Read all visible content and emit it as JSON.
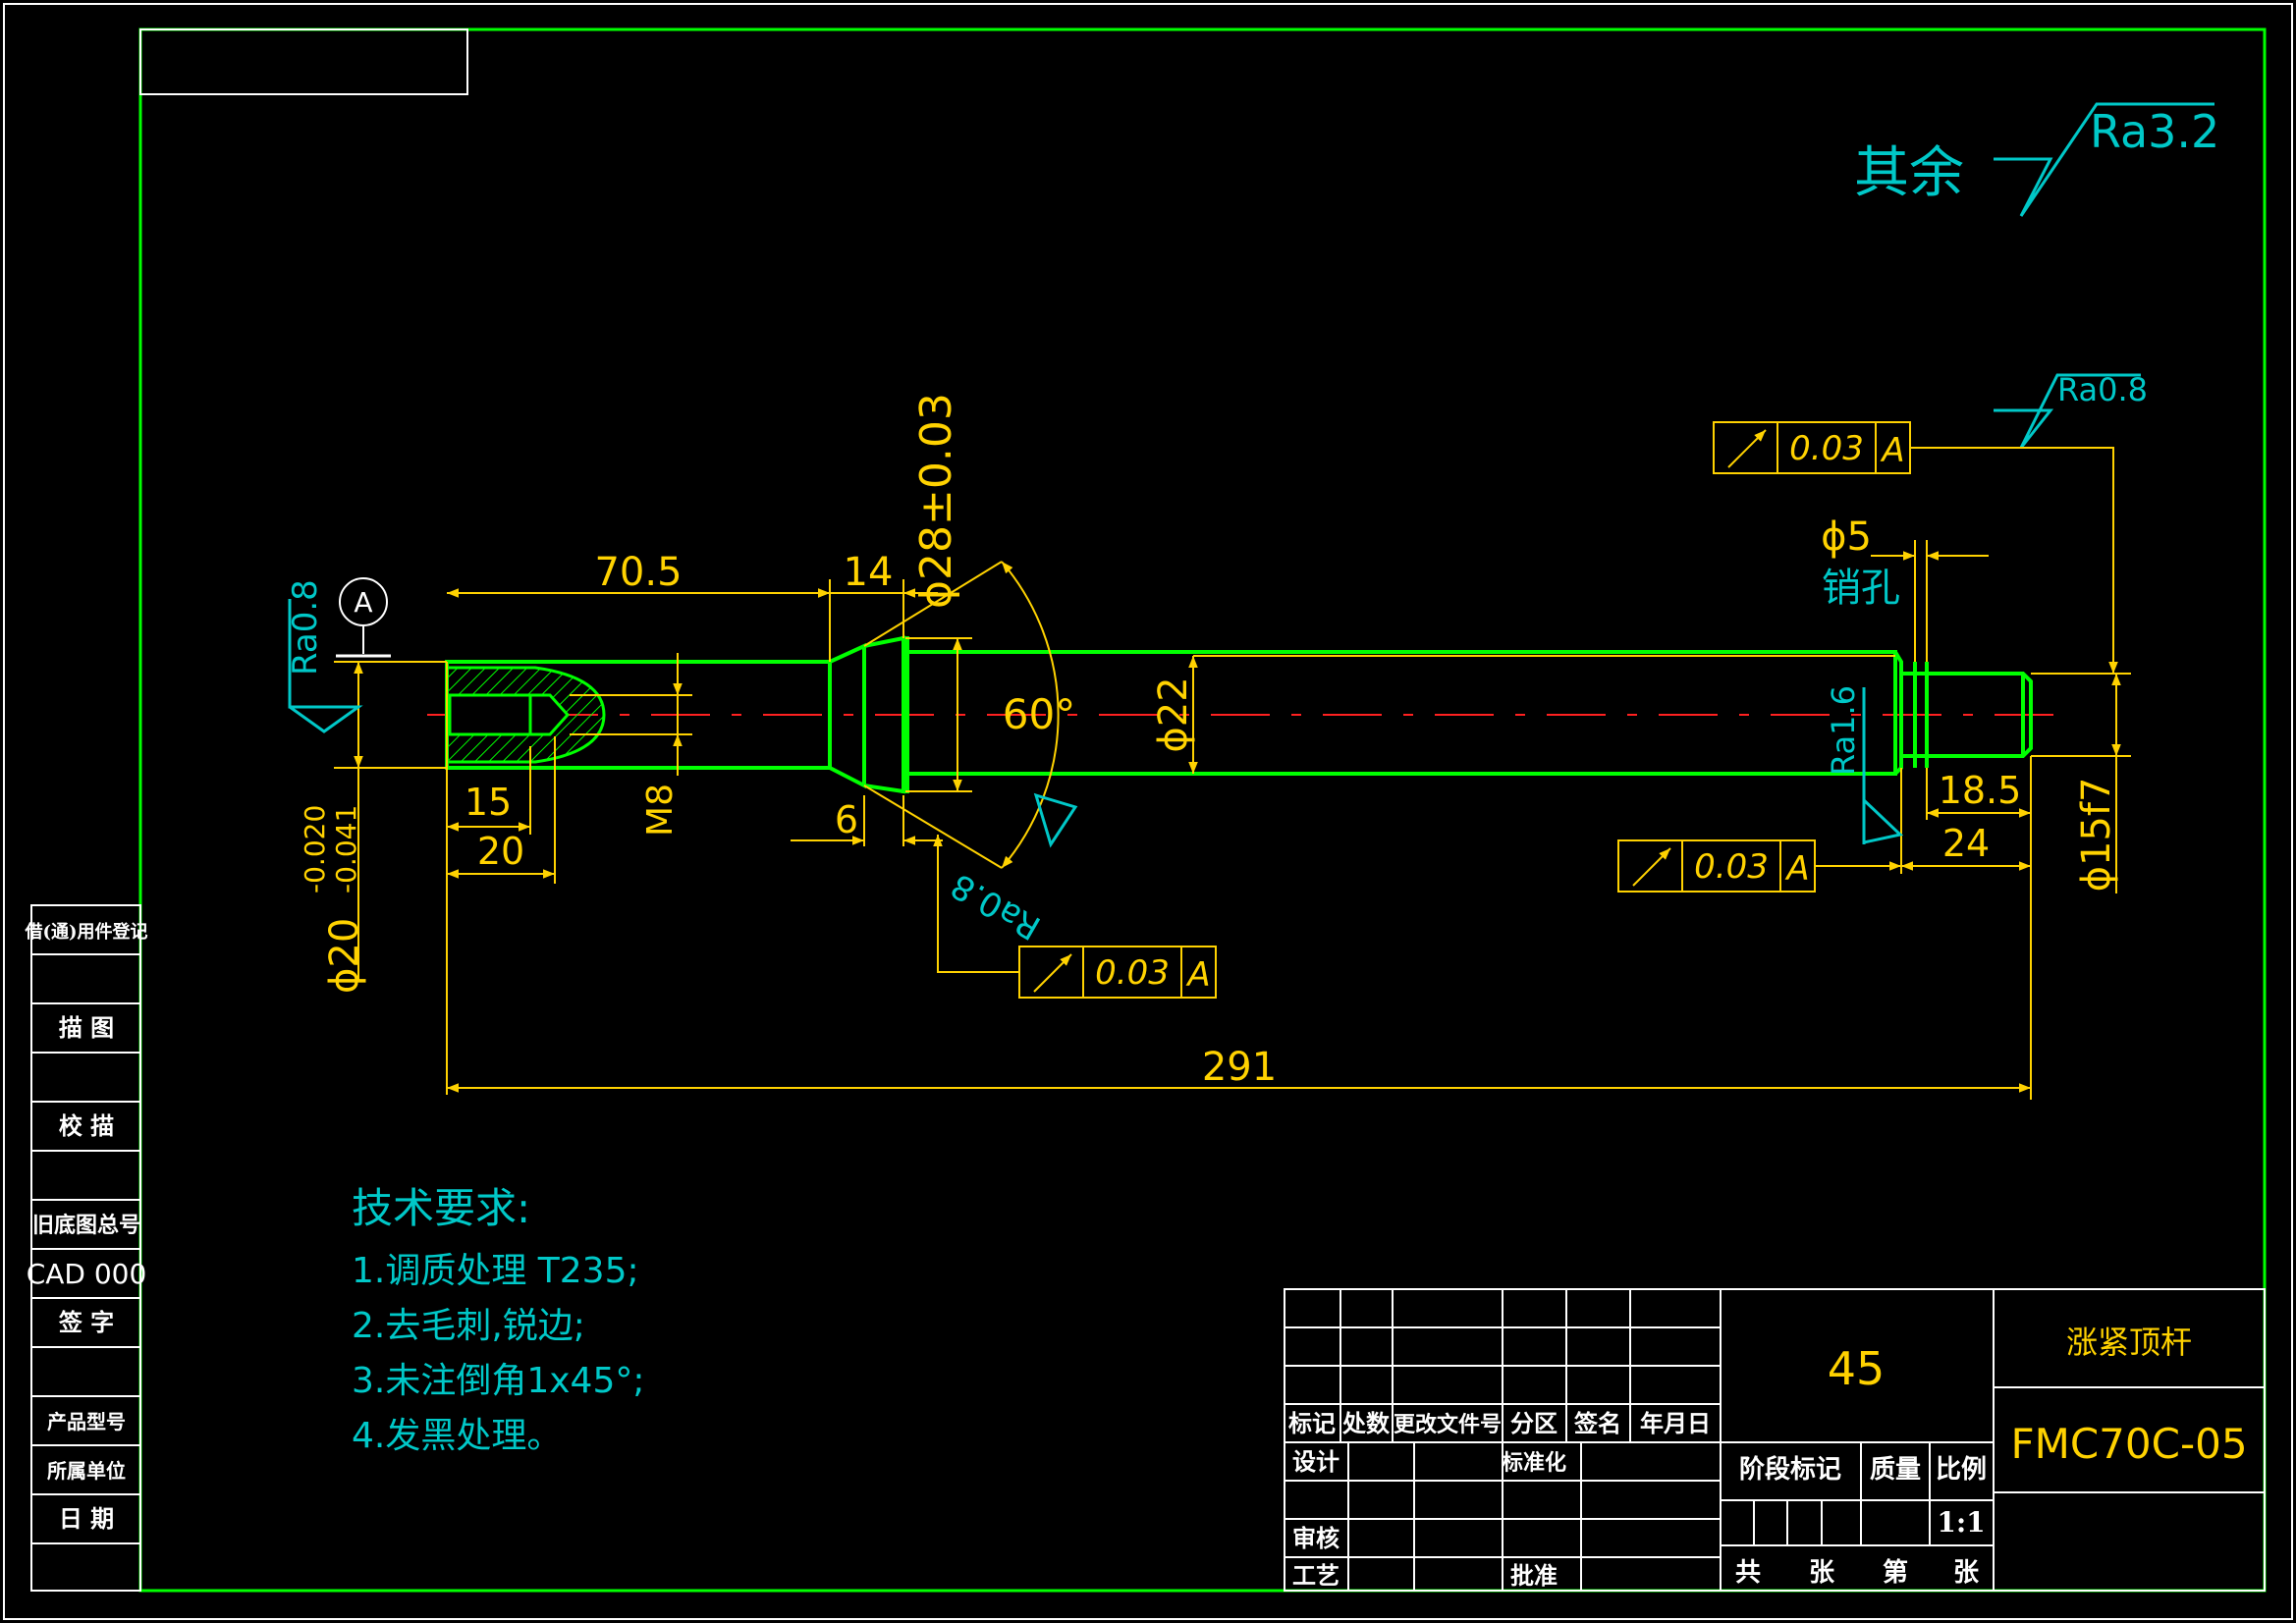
{
  "colors": {
    "background": "#000000",
    "frame": "#00ff00",
    "part_outline": "#00ff00",
    "dimension": "#ffd200",
    "annotation": "#00c8c8",
    "centerline": "#ff2020",
    "table_lines": "#ffffff"
  },
  "surface_finish": {
    "general_label": "其余",
    "general_value": "Ra3.2",
    "left_end": "Ra0.8",
    "taper": "Ra0.8",
    "right_top": "Ra0.8",
    "right_shoulder": "Ra1.6"
  },
  "datum": {
    "label": "A"
  },
  "dimensions": {
    "len_70_5": "70.5",
    "len_14": "14",
    "dia_28": "ϕ28±0.03",
    "angle_60": "60°",
    "dia_22": "ϕ22",
    "thread": "M8",
    "len_15": "15",
    "len_20": "20",
    "len_6": "6",
    "dia_20": "ϕ20",
    "dia_20_tol_upper": "-0.020",
    "dia_20_tol_lower": "-0.041",
    "total_291": "291",
    "dia_5": "ϕ5",
    "pin_hole": "销孔",
    "len_18_5": "18.5",
    "len_24": "24",
    "dia_15f7": "ϕ15f7"
  },
  "tolerance_frames": [
    {
      "value": "0.03",
      "datum": "A"
    },
    {
      "value": "0.03",
      "datum": "A"
    },
    {
      "value": "0.03",
      "datum": "A"
    }
  ],
  "tech_requirements": {
    "title": "技术要求:",
    "items": [
      "1.调质处理  T235;",
      "2.去毛刺,锐边;",
      "3.未注倒角1x45°;",
      "4.发黑处理。"
    ]
  },
  "left_strip": {
    "items": [
      "借(通)用件登记",
      "描  图",
      "校  描",
      "旧底图总号",
      "CAD 000",
      "签  字",
      "产品型号",
      "所属单位",
      "日  期"
    ]
  },
  "title_block": {
    "material": "45",
    "part_name": "涨紧顶杆",
    "drawing_number": "FMC70C-05",
    "headers": [
      "标记",
      "处数",
      "更改文件号",
      "分区",
      "签名",
      "年月日"
    ],
    "design": "设计",
    "standardization": "标准化",
    "review": "审核",
    "process": "工艺",
    "approve": "批准",
    "stage_mark": "阶段标记",
    "mass": "质量",
    "scale_label": "比例",
    "scale_value": "1:1",
    "sheets_total": "共",
    "sheets_unit_1": "张",
    "sheet_no": "第",
    "sheets_unit_2": "张"
  }
}
